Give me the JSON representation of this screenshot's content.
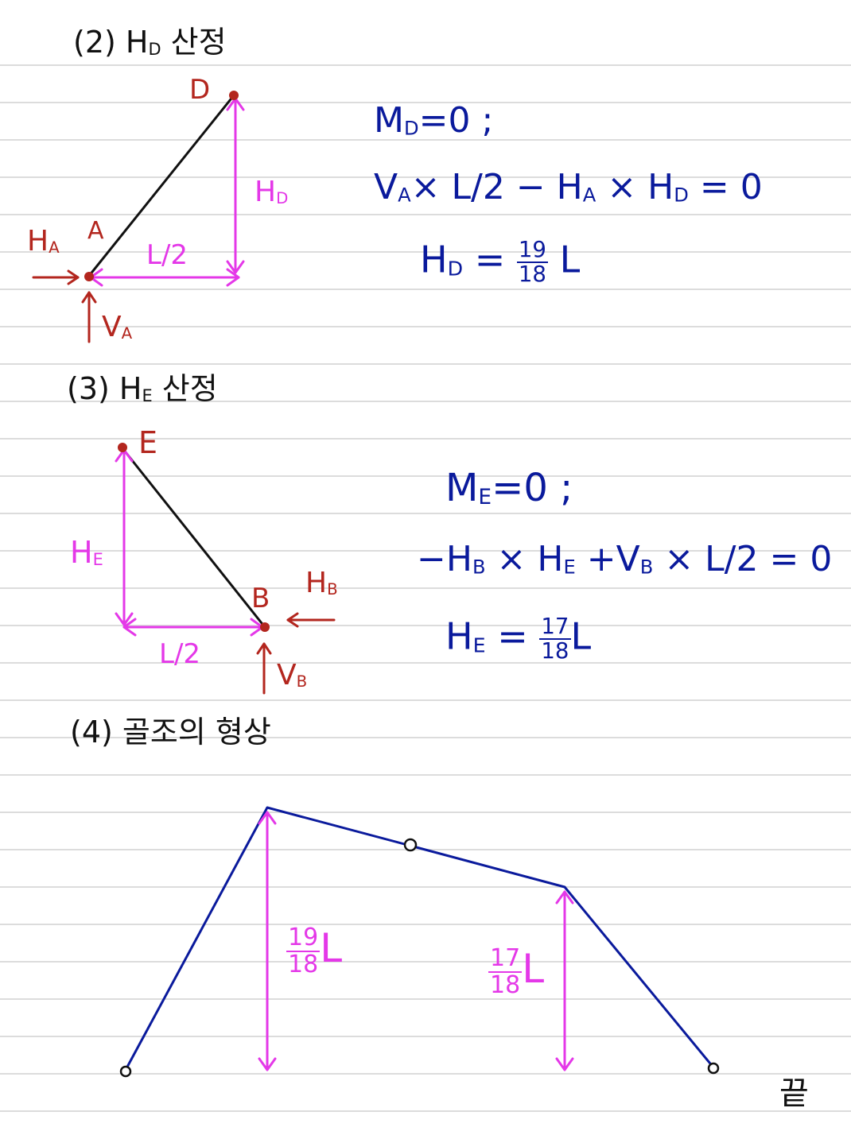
{
  "colors": {
    "ink_black": "#111111",
    "ink_red": "#b3261e",
    "ink_magenta": "#e438e8",
    "ink_blue": "#0a1a9c",
    "rule_line": "#dcdcdc"
  },
  "section2": {
    "title": "(2) H",
    "title_sub": "D",
    "title_word": "산정",
    "point_top": "D",
    "point_base": "A",
    "height_label": "H",
    "height_label_sub": "D",
    "base_label": "L/2",
    "horizontal_force": "H",
    "horizontal_force_sub": "A",
    "vertical_force": "V",
    "vertical_force_sub": "A",
    "eq1_lhs": "M",
    "eq1_lhs_sub": "D",
    "eq1_rhs": "=0 ;",
    "eq2_v": "V",
    "eq2_v_sub": "A",
    "eq2_mid": "× L/2 − H",
    "eq2_h_sub": "A",
    "eq2_x": " × H",
    "eq2_hd_sub": "D",
    "eq2_end": " = 0",
    "eq3_lhs": "H",
    "eq3_lhs_sub": "D",
    "eq3_eq": " = ",
    "eq3_num": "19",
    "eq3_den": "18",
    "eq3_unit": "L"
  },
  "section3": {
    "title": "(3) H",
    "title_sub": "E",
    "title_word": "산정",
    "point_top": "E",
    "point_base": "B",
    "height_label": "H",
    "height_label_sub": "E",
    "base_label": "L/2",
    "horizontal_force": "H",
    "horizontal_force_sub": "B",
    "vertical_force": "V",
    "vertical_force_sub": "B",
    "eq1_lhs": "M",
    "eq1_lhs_sub": "E",
    "eq1_rhs": "=0 ;",
    "eq2_a": "−H",
    "eq2_a_sub": "B",
    "eq2_b": " × H",
    "eq2_b_sub": "E",
    "eq2_c": " +V",
    "eq2_c_sub": "B",
    "eq2_d": " × L/2 = 0",
    "eq3_lhs": "H",
    "eq3_lhs_sub": "E",
    "eq3_eq": " = ",
    "eq3_num": "17",
    "eq3_den": "18",
    "eq3_unit": "L"
  },
  "section4": {
    "title": "(4) 골조의 형상",
    "dim_left_num": "19",
    "dim_left_den": "18",
    "dim_left_unit": "L",
    "dim_right_num": "17",
    "dim_right_den": "18",
    "dim_right_unit": "L"
  },
  "end_word": "끝"
}
